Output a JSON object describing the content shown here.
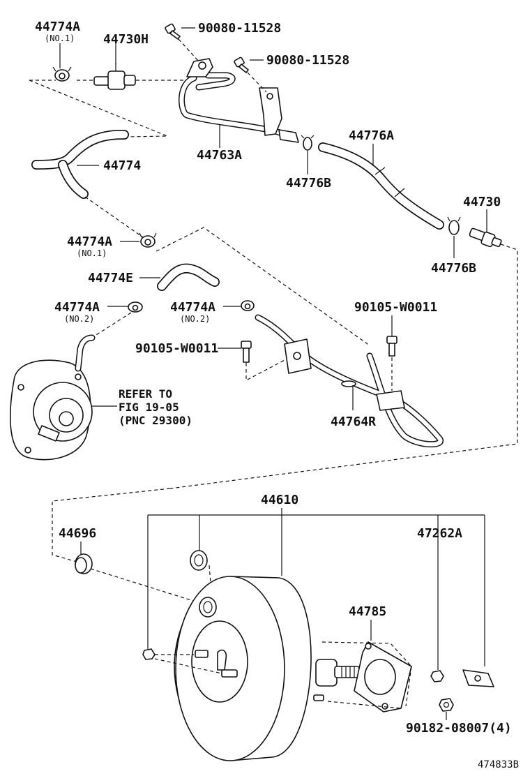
{
  "labels": {
    "p44774A_a": "44774A",
    "p44774A_a_sub": "(NO.1)",
    "p44730H": "44730H",
    "p90080_a": "90080-11528",
    "p90080_b": "90080-11528",
    "p44763A": "44763A",
    "p44776A": "44776A",
    "p44776B_a": "44776B",
    "p44774": "44774",
    "p44730": "44730",
    "p44774A_b": "44774A",
    "p44774A_b_sub": "(NO.1)",
    "p44776B_b": "44776B",
    "p44774E": "44774E",
    "p44774A_c": "44774A",
    "p44774A_c_sub": "(NO.2)",
    "p44774A_d": "44774A",
    "p44774A_d_sub": "(NO.2)",
    "p90105_a": "90105-W0011",
    "p90105_b": "90105-W0011",
    "p44764R": "44764R",
    "p44610": "44610",
    "p44696": "44696",
    "p47262A": "47262A",
    "p44785": "44785",
    "p90182": "90182-08007(4)"
  },
  "reference": {
    "line1": "REFER TO",
    "line2": "FIG 19-05",
    "line3": "(PNC 29300)"
  },
  "footer": {
    "code": "474833B"
  }
}
